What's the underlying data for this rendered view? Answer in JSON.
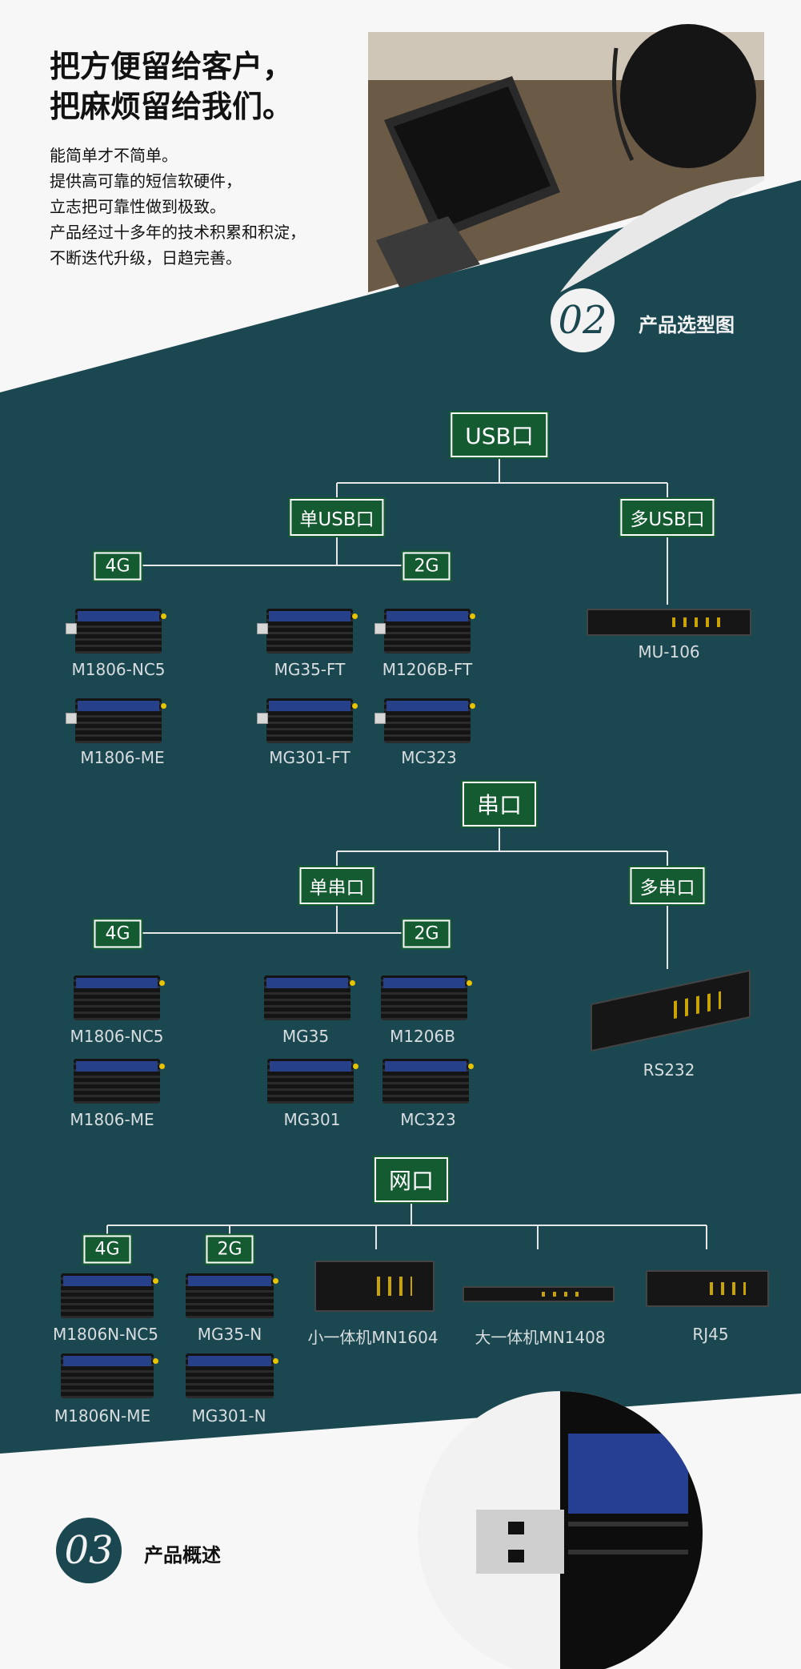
{
  "intro": {
    "headline": "把方便留给客户，\n把麻烦留给我们。",
    "body": "能简单才不简单。\n提供高可靠的短信软硬件，\n立志把可靠性做到极致。\n产品经过十多年的技术积累和积淀，\n不断迭代升级，日趋完善。",
    "photo_icon": "customer-service-agent-photo"
  },
  "section02": {
    "number": "02",
    "title": "产品选型图"
  },
  "usb": {
    "root": "USB口",
    "single": "单USB口",
    "multi": "多USB口",
    "g4": "4G",
    "g2": "2G",
    "products": [
      "M1806-NC5",
      "MG35-FT",
      "M1206B-FT",
      "M1806-ME",
      "MG301-FT",
      "MC323"
    ],
    "multi_product": "MU-106"
  },
  "serial": {
    "root": "串口",
    "single": "单串口",
    "multi": "多串口",
    "g4": "4G",
    "g2": "2G",
    "products": [
      "M1806-NC5",
      "MG35",
      "M1206B",
      "M1806-ME",
      "MG301",
      "MC323"
    ],
    "multi_product": "RS232"
  },
  "network": {
    "root": "网口",
    "g4": "4G",
    "g2": "2G",
    "products": [
      "M1806N-NC5",
      "MG35-N",
      "小一体机MN1604",
      "大一体机MN1408",
      "RJ45",
      "M1806N-ME",
      "MG301-N"
    ]
  },
  "section03": {
    "number": "03",
    "title": "产品概述"
  },
  "colors": {
    "teal": "#1b4750",
    "green": "#155b31",
    "label": "#d8dde0"
  }
}
